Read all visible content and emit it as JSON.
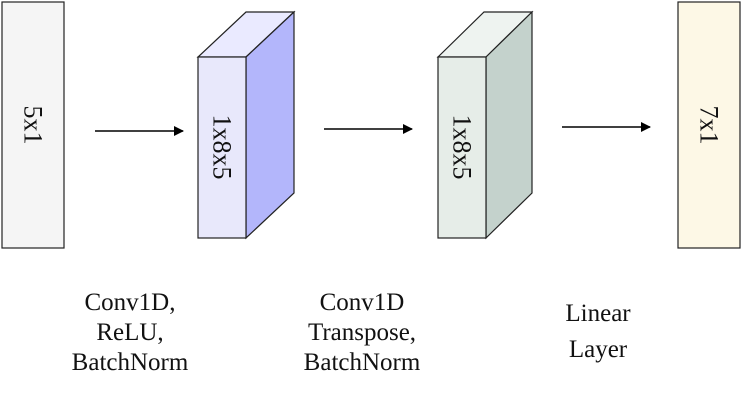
{
  "blocks": {
    "input": {
      "label": "5x1",
      "face_color": "#f5f5f5"
    },
    "conv": {
      "label": "1x8x5",
      "front_color": "#e8e8fb",
      "side_color": "#b3b6fb",
      "top_color": "#eaeaff"
    },
    "deconv": {
      "label": "1x8x5",
      "front_color": "#e6ede8",
      "side_color": "#c4d2cc",
      "top_color": "#eef3f0"
    },
    "output": {
      "label": "7x1",
      "face_color": "#fdf8e6"
    }
  },
  "captions": {
    "conv": [
      "Conv1D,",
      "ReLU,",
      "BatchNorm"
    ],
    "deconv": [
      "Conv1D",
      "Transpose,",
      "BatchNorm"
    ],
    "linear": [
      "Linear",
      "Layer"
    ]
  },
  "colors": {
    "stroke": "#222222",
    "arrow": "#000000"
  }
}
